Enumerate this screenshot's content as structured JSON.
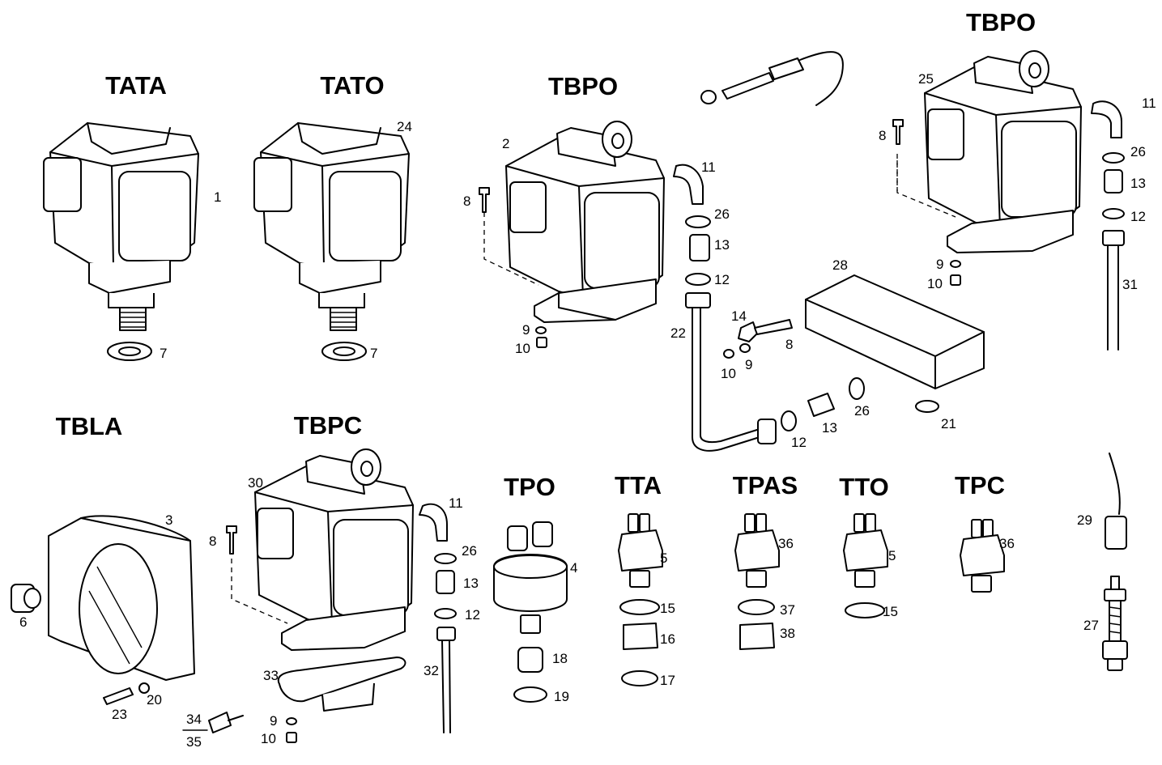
{
  "diagram": {
    "group_labels": [
      "TATA",
      "TATO",
      "TBPO",
      "TBPO",
      "TBLA",
      "TBPC",
      "TPO",
      "TTA",
      "TPAS",
      "TTO",
      "TPC"
    ],
    "callouts": [
      "1",
      "7",
      "24",
      "7",
      "2",
      "8",
      "9",
      "10",
      "11",
      "26",
      "13",
      "12",
      "22",
      "14",
      "9",
      "10",
      "8",
      "28",
      "21",
      "26",
      "13",
      "12",
      "25",
      "8",
      "11",
      "26",
      "13",
      "12",
      "9",
      "10",
      "31",
      "3",
      "6",
      "23",
      "20",
      "30",
      "8",
      "33",
      "34",
      "35",
      "9",
      "10",
      "11",
      "26",
      "13",
      "12",
      "32",
      "4",
      "18",
      "19",
      "5",
      "15",
      "16",
      "17",
      "36",
      "37",
      "38",
      "5",
      "15",
      "36",
      "29",
      "27"
    ]
  }
}
